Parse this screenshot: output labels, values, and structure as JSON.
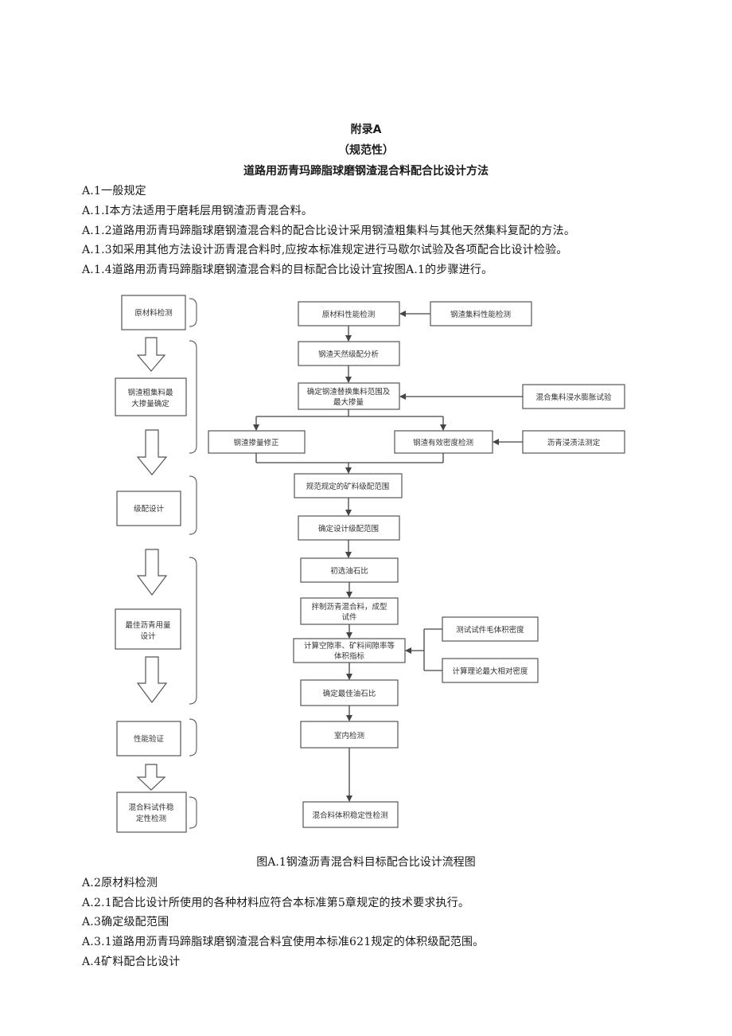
{
  "heading": {
    "appendix": "附录A",
    "nature": "（规范性）",
    "title": "道路用沥青玛蹄脂球磨钢渣混合料配合比设计方法"
  },
  "paragraphs_top": [
    "A.1一般规定",
    "A.1.I本方法适用于磨耗层用钢渣沥青混合料。",
    "A.1.2道路用沥青玛蹄脂球磨钢渣混合料的配合比设计采用钢渣粗集料与其他天然集料复配的方法。",
    "A.1.3如采用其他方法设计沥青混合料时,应按本标准规定进行马歇尔试验及各项配合比设计检验。",
    "A.1.4道路用沥青玛蹄脂球磨钢渣混合料的目标配合比设计宜按图A.1的步骤进行。"
  ],
  "flowchart": {
    "stages": [
      [
        "原材料检测"
      ],
      [
        "钢渣粗集料最",
        "大掺量确定"
      ],
      [
        "级配设计"
      ],
      [
        "最佳沥青用量",
        "设计"
      ],
      [
        "性能验证"
      ],
      [
        "混合料试件稳",
        "定性检测"
      ]
    ],
    "main_steps": [
      [
        "原材料性能检测"
      ],
      [
        "钢渣天然级配分析"
      ],
      [
        "确定钢渣替换集料范围及",
        "最大掺量"
      ],
      [
        "规范规定的矿料级配范围"
      ],
      [
        "确定设计级配范围"
      ],
      [
        "初选油石比"
      ],
      [
        "拌制沥青混合料，成型",
        "试件"
      ],
      [
        "计算空隙率、矿料间隙率等",
        "体积指标"
      ],
      [
        "确定最佳油石比"
      ],
      [
        "室内检测"
      ],
      [
        "混合料体积稳定性检测"
      ]
    ],
    "split_steps": [
      [
        "钢渣掺量修正"
      ],
      [
        "钢渣有效密度检测"
      ]
    ],
    "side_inputs": [
      [
        "钢渣集料性能检测"
      ],
      [
        "混合集料浸水膨胀试验"
      ],
      [
        "沥青浸渍法测定"
      ],
      [
        "测试试件毛体积密度"
      ],
      [
        "计算理论最大相对密度"
      ]
    ]
  },
  "caption": "图A.1钢渣沥青混合料目标配合比设计流程图",
  "paragraphs_bottom": [
    "A.2原材料检测",
    "A.2.1配合比设计所使用的各种材料应符合本标准第5章规定的技术要求执行。",
    "A.3确定级配范围",
    "A.3.1道路用沥青玛蹄脂球磨钢渣混合料宜使用本标准621规定的体积级配范围。",
    "A.4矿料配合比设计"
  ]
}
